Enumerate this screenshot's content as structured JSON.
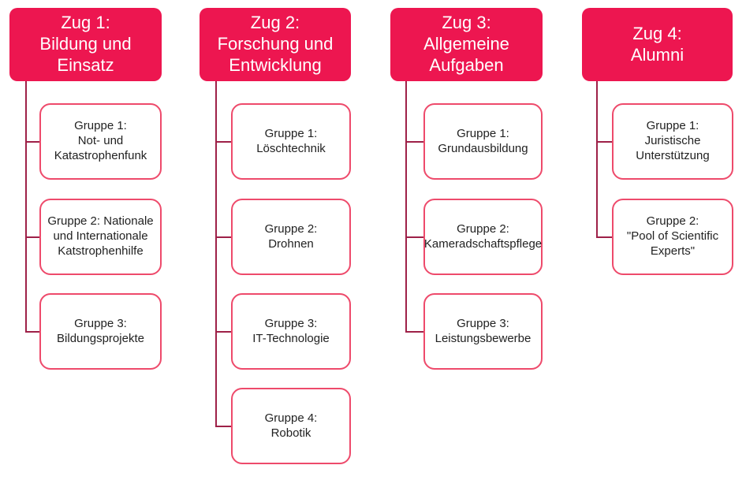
{
  "diagram": {
    "type": "org-chart",
    "colors": {
      "header_fill": "#ED1650",
      "header_text": "#FFFFFF",
      "group_border": "#EE4A6B",
      "group_text": "#222222",
      "connector": "#9E2148",
      "background": "#FFFFFF"
    },
    "columns": [
      {
        "id": "zug-1",
        "header": "Zug 1:\nBildung und\nEinsatz",
        "groups": [
          "Gruppe 1:\nNot- und\nKatastrophenfunk",
          "Gruppe 2: Nationale\nund Internationale\nKatstrophenhilfe",
          "Gruppe 3:\nBildungsprojekte"
        ]
      },
      {
        "id": "zug-2",
        "header": "Zug 2:\nForschung und\nEntwicklung",
        "groups": [
          "Gruppe 1:\nLöschtechnik",
          "Gruppe 2:\nDrohnen",
          "Gruppe 3:\nIT-Technologie",
          "Gruppe 4:\nRobotik"
        ]
      },
      {
        "id": "zug-3",
        "header": "Zug 3:\nAllgemeine\nAufgaben",
        "groups": [
          "Gruppe 1:\nGrundausbildung",
          "Gruppe 2:\nKameradschaftspflege",
          "Gruppe 3:\nLeistungsbewerbe"
        ]
      },
      {
        "id": "zug-4",
        "header": "Zug 4:\nAlumni",
        "groups": [
          "Gruppe 1:\nJuristische\nUnterstützung",
          "Gruppe 2:\n\"Pool of Scientific\nExperts\""
        ]
      }
    ]
  }
}
